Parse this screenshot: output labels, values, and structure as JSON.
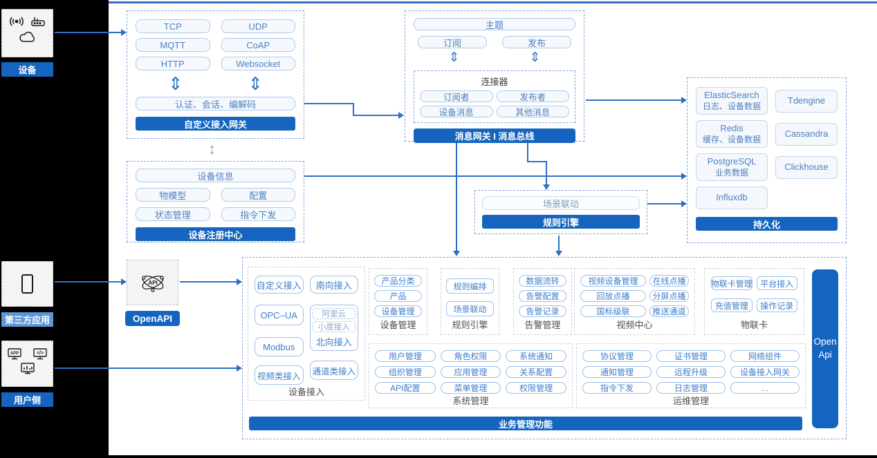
{
  "left_rail": {
    "device_label": "设备",
    "third_party_label": "第三方应用",
    "user_label": "用户侧"
  },
  "custom_gateway": {
    "protocols": [
      "TCP",
      "UDP",
      "MQTT",
      "CoAP",
      "HTTP",
      "Websocket"
    ],
    "auth_bar": "认证、会话、编解码",
    "title": "自定义接入网关"
  },
  "message_bus": {
    "topic": "主题",
    "subscribe": "订阅",
    "publish": "发布",
    "connector_title": "连接器",
    "connector_items": [
      "订阅者",
      "发布者",
      "设备消息",
      "其他消息"
    ],
    "title": "消息网关 I 消息总线"
  },
  "registry": {
    "device_info": "设备信息",
    "items": [
      "物模型",
      "配置",
      "状态管理",
      "指令下发"
    ],
    "title": "设备注册中心"
  },
  "rule_engine_box": {
    "scene": "场景联动",
    "title": "规则引擎"
  },
  "persistence": {
    "dbs": [
      {
        "name": "ElasticSearch",
        "sub": "日志、设备数据"
      },
      {
        "name": "Tdengine",
        "sub": ""
      },
      {
        "name": "Redis",
        "sub": "缓存、设备数据"
      },
      {
        "name": "Cassandra",
        "sub": ""
      },
      {
        "name": "PostgreSQL",
        "sub": "业务数据"
      },
      {
        "name": "Clickhouse",
        "sub": ""
      },
      {
        "name": "Influxdb",
        "sub": ""
      }
    ],
    "title": "持久化"
  },
  "openapi": {
    "label": "OpenAPI"
  },
  "business": {
    "title": "业务管理功能",
    "open_api": {
      "line1": "Open",
      "line2": "Api"
    },
    "device_access": {
      "label": "设备接入",
      "col1": [
        "自定义接入",
        "OPC–UA",
        "Modbus",
        "视频类接入"
      ],
      "col2_top": "南向接入",
      "north_group": {
        "items": [
          "阿里云",
          "小度接入"
        ],
        "label": "北向接入"
      },
      "col2_bottom": "通道类接入"
    },
    "device_mgmt": {
      "label": "设备管理",
      "items": [
        "产品分类",
        "产品",
        "设备管理"
      ]
    },
    "rule_engine": {
      "label": "规则引擎",
      "items": [
        "规则编排",
        "场景联动"
      ]
    },
    "alarm": {
      "label": "告警管理",
      "items": [
        "数据流转",
        "告警配置",
        "告警记录"
      ]
    },
    "video": {
      "label": "视频中心",
      "items": [
        "视频设备管理",
        "在线点播",
        "回放点播",
        "分屏点播",
        "国标级联",
        "推送通道"
      ]
    },
    "iot_card": {
      "label": "物联卡",
      "items": [
        "物联卡管理",
        "平台接入",
        "充值管理",
        "操作记录"
      ]
    },
    "system": {
      "label": "系统管理",
      "items": [
        "用户管理",
        "角色权限",
        "系统通知",
        "组织管理",
        "应用管理",
        "关系配置",
        "API配置",
        "菜单管理",
        "权限管理"
      ]
    },
    "ops": {
      "label": "运维管理",
      "items": [
        "协议管理",
        "证书管理",
        "网络组件",
        "通知管理",
        "远程升级",
        "设备接入网关",
        "指令下发",
        "日志管理",
        "..."
      ]
    }
  },
  "colors": {
    "accent": "#1565C0",
    "light_label": "#5D97D5",
    "line": "#2E6FC4"
  }
}
